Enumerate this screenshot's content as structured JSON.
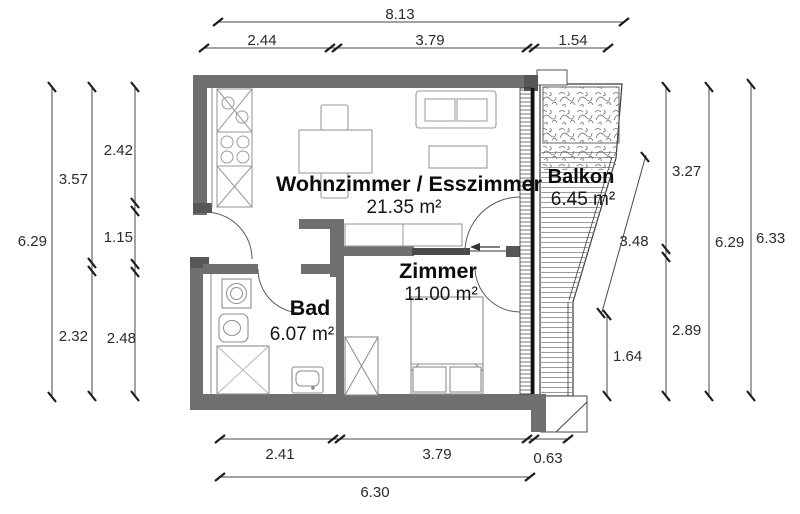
{
  "rooms": {
    "living": {
      "name": "Wohnzimmer / Esszimmer",
      "area": "21.35 m²"
    },
    "balcony": {
      "name": "Balkon",
      "area": "6.45 m²"
    },
    "bedroom": {
      "name": "Zimmer",
      "area": "11.00 m²"
    },
    "bath": {
      "name": "Bad",
      "area": "6.07 m²"
    }
  },
  "dims": {
    "top_total": "8.13",
    "top_1": "2.44",
    "top_2": "3.79",
    "top_3": "1.54",
    "left_total": "6.29",
    "left_b1": "3.57",
    "left_b2": "2.32",
    "left_c1": "2.42",
    "left_c2": "1.15",
    "left_c3": "2.48",
    "right_diag": "3.48",
    "right_v": "1.64",
    "right_d1": "3.27",
    "right_d2": "2.89",
    "right_total": "6.29",
    "right_outer": "6.33",
    "bottom_1": "2.41",
    "bottom_2": "3.79",
    "bottom_3": "0.63",
    "bottom_total": "6.30"
  },
  "colors": {
    "background": "#ffffff",
    "wall": "#6f6f6f",
    "wall_dark": "#575757",
    "outline": "#3a3a3a",
    "furniture_line": "#9a9a9a",
    "dimension_text": "#2b2b2b"
  }
}
